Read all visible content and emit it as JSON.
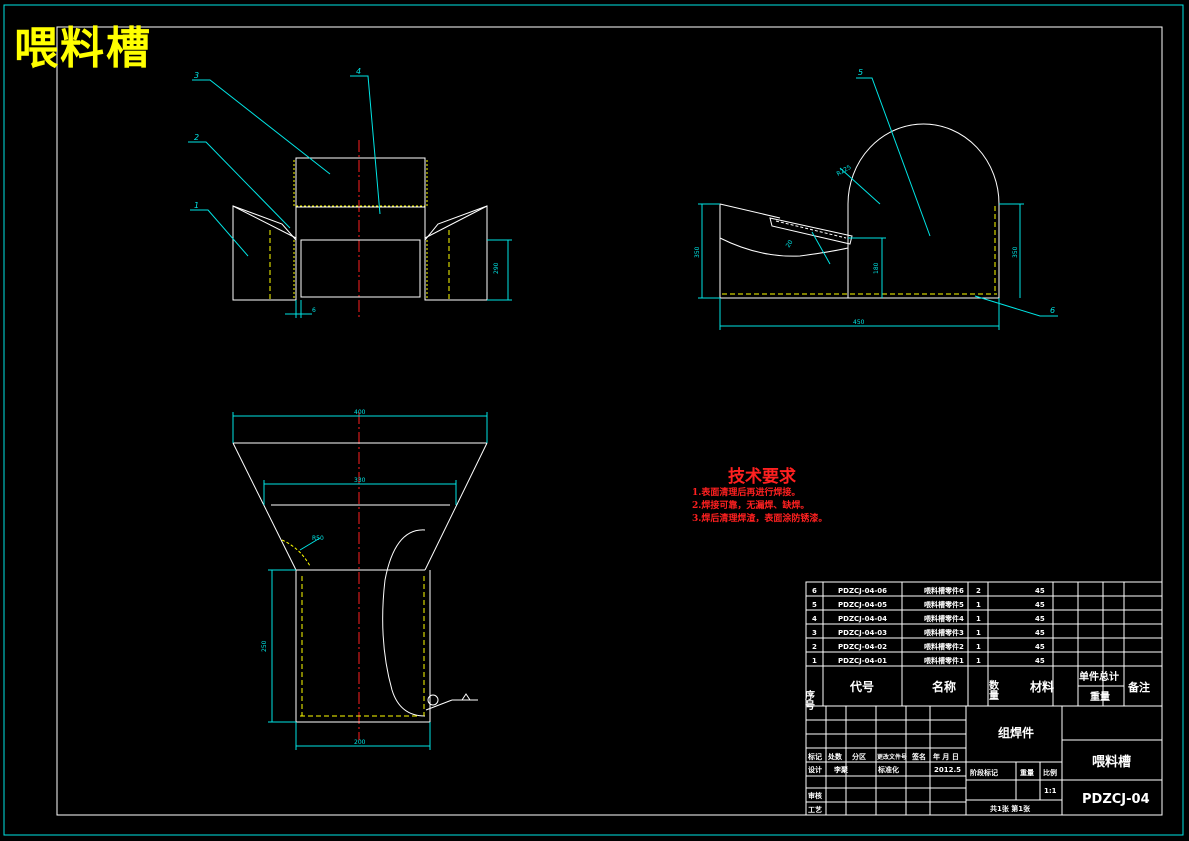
{
  "drawing_title": "喂料槽",
  "tech_requirements": {
    "heading": "技术要求",
    "items": [
      "1.表面清理后再进行焊接。",
      "2.焊接可靠，无漏焊、缺焊。",
      "3.焊后清理焊渣，表面涂防锈漆。"
    ]
  },
  "balloons": [
    "1",
    "2",
    "3",
    "4",
    "5",
    "6"
  ],
  "dimensions": {
    "front_height": "290",
    "front_thickness": "6",
    "side_left_height": "350",
    "side_mid_height": "180",
    "side_right_height": "350",
    "side_width": "450",
    "arc_radius": "R225",
    "chute_angle": "20",
    "top_width": "400",
    "mid_width": "330",
    "bend_radius": "R50",
    "lower_height": "250",
    "bottom_width": "200"
  },
  "bom": {
    "rows": [
      {
        "no": "6",
        "code": "PDZCJ-04-06",
        "name": "喂料槽零件6",
        "qty": "2",
        "material": "45"
      },
      {
        "no": "5",
        "code": "PDZCJ-04-05",
        "name": "喂料槽零件5",
        "qty": "1",
        "material": "45"
      },
      {
        "no": "4",
        "code": "PDZCJ-04-04",
        "name": "喂料槽零件4",
        "qty": "1",
        "material": "45"
      },
      {
        "no": "3",
        "code": "PDZCJ-04-03",
        "name": "喂料槽零件3",
        "qty": "1",
        "material": "45"
      },
      {
        "no": "2",
        "code": "PDZCJ-04-02",
        "name": "喂料槽零件2",
        "qty": "1",
        "material": "45"
      },
      {
        "no": "1",
        "code": "PDZCJ-04-01",
        "name": "喂料槽零件1",
        "qty": "1",
        "material": "45"
      }
    ],
    "headers": {
      "no": "序号",
      "code": "代号",
      "name": "名称",
      "qty": "数量",
      "material": "材料",
      "unit_total": "单件总计",
      "weight": "重量",
      "remark": "备注"
    }
  },
  "title_block": {
    "assembly": "组焊件",
    "part_name": "喂料槽",
    "drawing_no": "PDZCJ-04",
    "labels": {
      "mark": "标记",
      "count": "处数",
      "zone": "分区",
      "change_doc": "更改文件号",
      "signature": "签名",
      "date": "年 月 日",
      "design": "设计",
      "standardize": "标准化",
      "stage_mark": "阶段标记",
      "weight": "重量",
      "scale": "比例",
      "review": "审核",
      "process": "工艺",
      "sheets": "共1张 第1张"
    },
    "designer": "李聚",
    "date_value": "2012.5",
    "scale_value": "1:1"
  }
}
